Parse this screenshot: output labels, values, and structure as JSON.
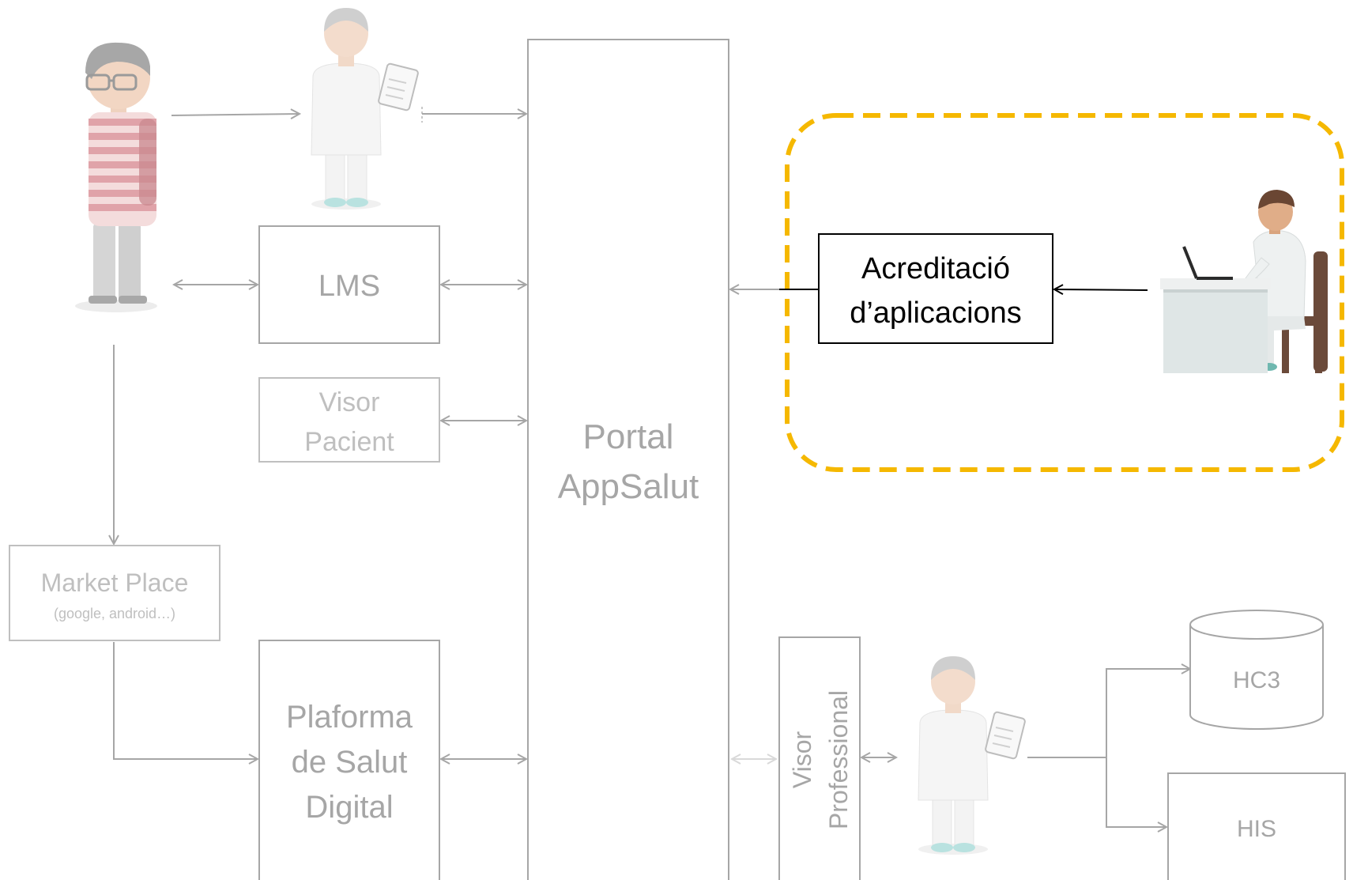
{
  "nodes": {
    "lms": "LMS",
    "visor_pacient": [
      "Visor",
      "Pacient"
    ],
    "portal": [
      "Portal",
      "AppSalut"
    ],
    "market_place": {
      "title": "Market Place",
      "subtitle": "(google, android…)"
    },
    "plataforma": [
      "Plaforma",
      "de Salut",
      "Digital"
    ],
    "visor_professional": [
      "Visor",
      "Professional"
    ],
    "acreditacio": [
      "Acreditació",
      "d’aplicacions"
    ],
    "hc3": "HC3",
    "his": "HIS"
  },
  "colors": {
    "highlight_border": "#f5b800",
    "muted_line": "#a6a6a6",
    "active_line": "#000000"
  },
  "icons": [
    "patient-icon",
    "doctor-tablet-icon",
    "doctor-desk-icon",
    "doctor-tablet-icon",
    "database-icon"
  ]
}
